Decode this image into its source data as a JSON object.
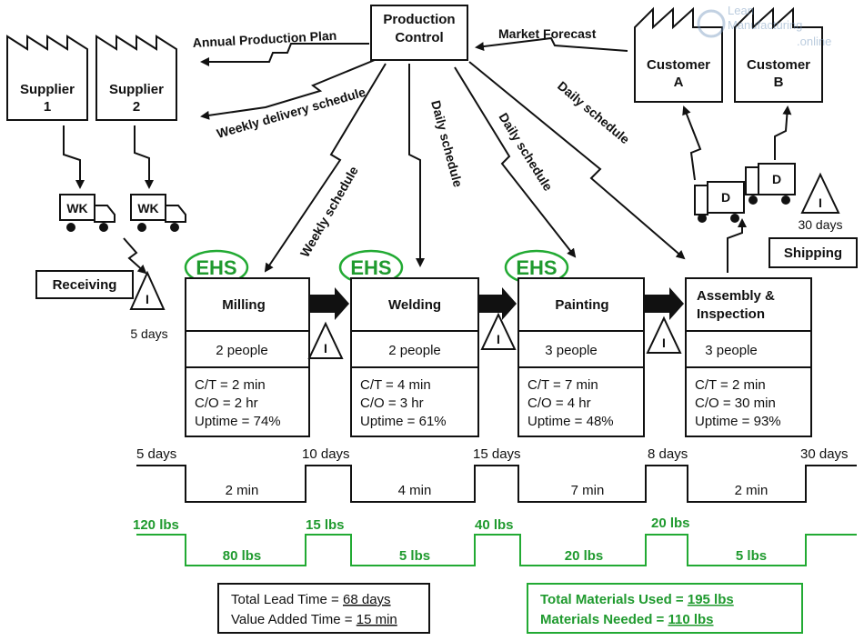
{
  "production_control": {
    "line1": "Production",
    "line2": "Control"
  },
  "suppliers": [
    {
      "line1": "Supplier",
      "line2": "1"
    },
    {
      "line1": "Supplier",
      "line2": "2"
    }
  ],
  "customers": [
    {
      "line1": "Customer",
      "line2": "A"
    },
    {
      "line1": "Customer",
      "line2": "B"
    }
  ],
  "info_flows": {
    "annual": "Annual Production Plan",
    "market": "Market Forecast",
    "weekly_delivery": "Weekly delivery schedule",
    "weekly": "Weekly schedule",
    "daily_welding": "Daily schedule",
    "daily_painting": "Daily schedule",
    "daily_assembly": "Daily schedule"
  },
  "trucks": {
    "inbound": [
      "WK",
      "WK"
    ],
    "outbound": [
      "D",
      "D"
    ]
  },
  "receiving": {
    "label": "Receiving",
    "days": "5 days"
  },
  "shipping": {
    "label": "Shipping",
    "days": "30 days"
  },
  "inventory_symbol": "I",
  "ehs": "EHS",
  "processes": [
    {
      "name": "Milling",
      "people": "2 people",
      "ct": "C/T = 2 min",
      "co": "C/O = 2 hr",
      "uptime": "Uptime = 74%"
    },
    {
      "name": "Welding",
      "people": "2 people",
      "ct": "C/T = 4 min",
      "co": "C/O = 3 hr",
      "uptime": "Uptime = 61%"
    },
    {
      "name": "Painting",
      "people": "3 people",
      "ct": "C/T = 7 min",
      "co": "C/O = 4 hr",
      "uptime": "Uptime = 48%"
    },
    {
      "name": "Assembly &",
      "name2": "Inspection",
      "people": "3 people",
      "ct": "C/T = 2 min",
      "co": "C/O = 30 min",
      "uptime": "Uptime = 93%"
    }
  ],
  "timeline": {
    "days": [
      "5 days",
      "10 days",
      "15 days",
      "8 days",
      "30 days"
    ],
    "times": [
      "2 min",
      "4 min",
      "7 min",
      "2 min"
    ]
  },
  "materials": {
    "high": [
      "120 lbs",
      "15 lbs",
      "40 lbs",
      "20 lbs"
    ],
    "low": [
      "80 lbs",
      "5 lbs",
      "20 lbs",
      "5 lbs"
    ]
  },
  "summary": {
    "lead_label": "Total Lead Time = ",
    "lead_value": "68 days",
    "va_label": "Value Added Time = ",
    "va_value": "15 min",
    "mat_used_label": "Total Materials Used = ",
    "mat_used_value": "195 lbs",
    "mat_needed_label": "Materials Needed = ",
    "mat_needed_value": "110 lbs"
  },
  "watermark": {
    "line1": "Lean",
    "line2": "Manufacturing",
    "line3": ".online"
  }
}
